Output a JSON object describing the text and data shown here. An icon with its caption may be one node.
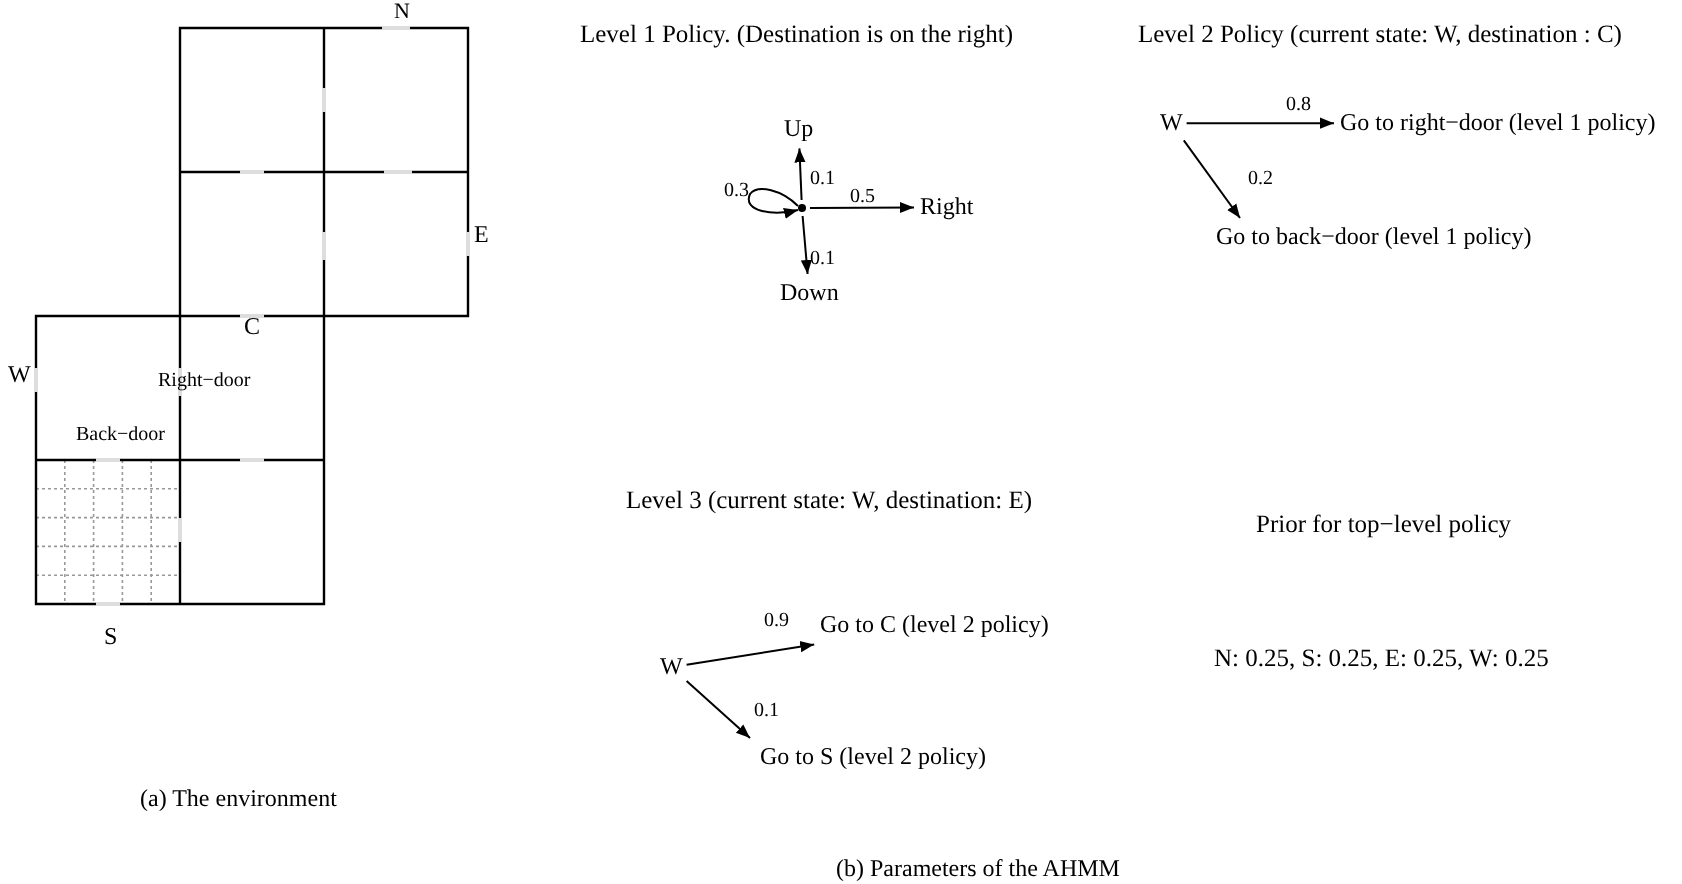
{
  "diagram": {
    "nodes": [
      {
        "text": [
          "Up"
        ]
      },
      {
        "text": [],
        "shape": "point"
      },
      {
        "text": [
          "Right"
        ]
      },
      {
        "text": [
          "Down"
        ]
      },
      {
        "text": [
          "W"
        ]
      },
      {
        "text": [
          "Go to right−door (level 1 policy)"
        ]
      },
      {
        "text": [
          "Go to back−door (level 1 policy)"
        ]
      },
      {
        "text": [
          "W"
        ]
      },
      {
        "text": [
          "Go to C (level 2 policy)"
        ]
      },
      {
        "text": [
          "Go to S (level 2 policy)"
        ]
      }
    ],
    "edges": [
      {
        "from": 1,
        "to": 0,
        "arrow": "to",
        "label": "0.1"
      },
      {
        "from": 1,
        "to": 2,
        "arrow": "to",
        "label": "0.5"
      },
      {
        "from": 1,
        "to": 3,
        "arrow": "to",
        "label": "0.1"
      },
      {
        "from": 1,
        "to": 1,
        "arrow": "to",
        "label": "0.3"
      },
      {
        "from": 4,
        "to": 5,
        "arrow": "to",
        "label": "0.8"
      },
      {
        "from": 4,
        "to": 6,
        "arrow": "to",
        "label": "0.2"
      },
      {
        "from": 7,
        "to": 8,
        "arrow": "to",
        "label": "0.9"
      },
      {
        "from": 7,
        "to": 9,
        "arrow": "to",
        "label": "0.1"
      }
    ],
    "labels": [
      "N",
      "Level 1 Policy. (Destination is on the right)",
      "Level 2 Policy (current state: W, destination : C)",
      "E",
      "C",
      "W",
      "Right−door",
      "Back−door",
      "Level 3 (current state: W, destination: E)",
      "Prior for top−level policy",
      "S",
      "N: 0.25, S: 0.25, E: 0.25, W: 0.25",
      "(a) The environment",
      "(b) Parameters of the AHMM"
    ]
  }
}
